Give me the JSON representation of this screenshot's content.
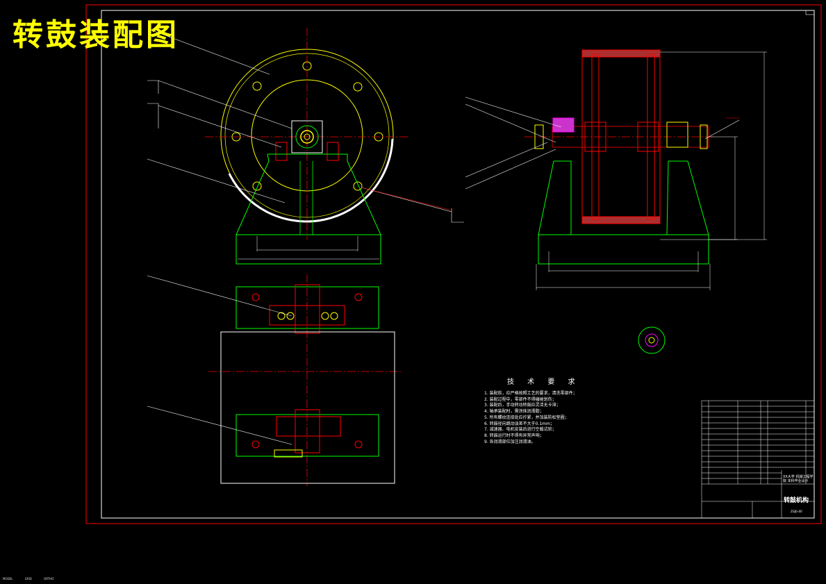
{
  "drawing_title": "转鼓装配图",
  "technical_requirements": {
    "heading": "技 术 要 求",
    "items": [
      "1. 装配前，应严格按照工艺的要求，清洗零部件；",
      "2. 装配过程中，零部件不得磕碰划伤；",
      "3. 装配后，手动转动转鼓应灵活无卡滞；",
      "4. 轴承装配时，需涂抹润滑脂；",
      "5. 所有螺纹连接处应拧紧，并加装防松垫圈；",
      "6. 转鼓径向跳动误差不大于0.1mm；",
      "7. 减速器、电机安装后进行空载试验；",
      "8. 转鼓运行时不得有异常声响；",
      "9. 各润滑部位加注润滑油。"
    ]
  },
  "title_block": {
    "name": "转鼓机构",
    "school": "XX大学 机械工程学院 本科毕业设计",
    "code": "ZGJG-00"
  },
  "status_bar": [
    "MODEL",
    "GRID",
    "ORTHO"
  ],
  "colors": {
    "background": "#000000",
    "outline": "#00ff00",
    "hidden": "#ff0000",
    "center": "#ff0000",
    "hub": "#ffff00",
    "leader": "#ffffff",
    "section_fill": "#ff00ff",
    "title": "#ffff00"
  }
}
